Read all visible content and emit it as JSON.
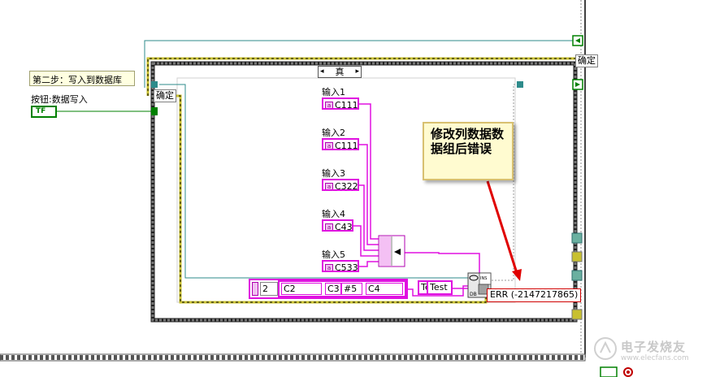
{
  "step_label": "第二步：写入到数据库",
  "button_label": "按钮:数据写入",
  "button_terminal_text": "TF",
  "confirm_label_outer": "确定",
  "confirm_label_inner": "确定",
  "case_selector_value": "真",
  "inputs": [
    {
      "label": "输入1",
      "value": "C111"
    },
    {
      "label": "输入2",
      "value": "C111"
    },
    {
      "label": "输入3",
      "value": "C322"
    },
    {
      "label": "输入4",
      "value": "C43"
    },
    {
      "label": "输入5",
      "value": "C533"
    }
  ],
  "bottom_cluster": {
    "index": "2",
    "cells": [
      "C2",
      "C3",
      "#5",
      "C4"
    ]
  },
  "table_partial": "Te",
  "table_name": "Test",
  "callout_text": "修改列数据数据组后错误",
  "error_text": "ERR (-2147217865)",
  "watermark": "电子发烧友",
  "watermark_url": "www.elecfans.com",
  "colors": {
    "string_wire": "#e010e0",
    "error_wire": "#c8c030",
    "ref_wire": "#2e8b8b",
    "bool": "#008000",
    "arrow": "#e00000"
  }
}
